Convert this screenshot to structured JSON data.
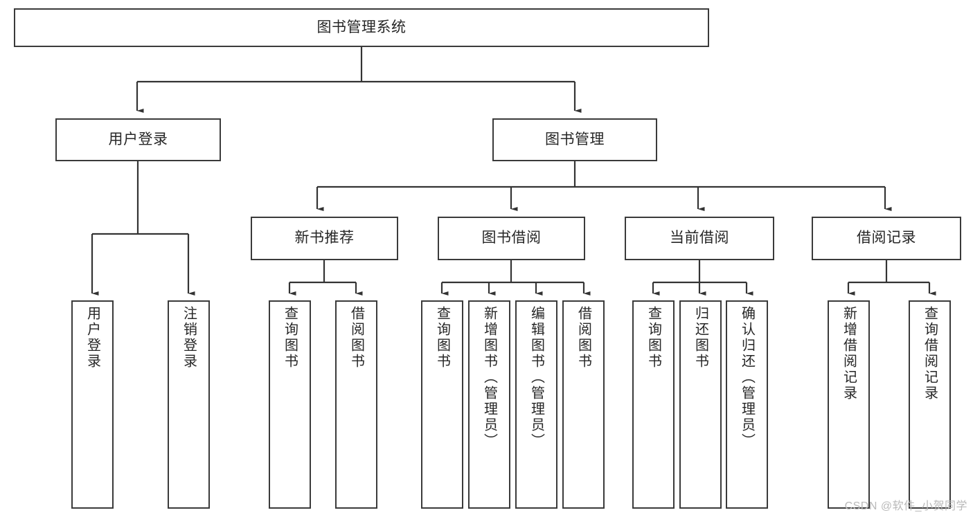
{
  "diagram": {
    "type": "tree",
    "title": "图书管理系统",
    "watermark": "CSDN @软件_小贺同学",
    "colors": {
      "node_border": "#3a3a3a",
      "node_fill": "#ffffff",
      "link": "#333333",
      "text": "#262626",
      "watermark": "#b9b9b9"
    },
    "root": {
      "label": "图书管理系统"
    },
    "level1": [
      {
        "label": "用户登录"
      },
      {
        "label": "图书管理"
      }
    ],
    "level2": [
      {
        "label": "新书推荐"
      },
      {
        "label": "图书借阅"
      },
      {
        "label": "当前借阅"
      },
      {
        "label": "借阅记录"
      }
    ],
    "leaves": {
      "user_login": [
        {
          "label": "用户登录"
        },
        {
          "label": "注销登录"
        }
      ],
      "new_book_recommend": [
        {
          "label": "查询图书"
        },
        {
          "label": "借阅图书"
        }
      ],
      "book_borrow": [
        {
          "label": "查询图书"
        },
        {
          "label": "新增图书（管理员）"
        },
        {
          "label": "编辑图书（管理员）"
        },
        {
          "label": "借阅图书"
        }
      ],
      "current_borrow": [
        {
          "label": "查询图书"
        },
        {
          "label": "归还图书"
        },
        {
          "label": "确认归还（管理员）"
        }
      ],
      "borrow_records": [
        {
          "label": "新增借阅记录"
        },
        {
          "label": "查询借阅记录"
        }
      ]
    }
  }
}
